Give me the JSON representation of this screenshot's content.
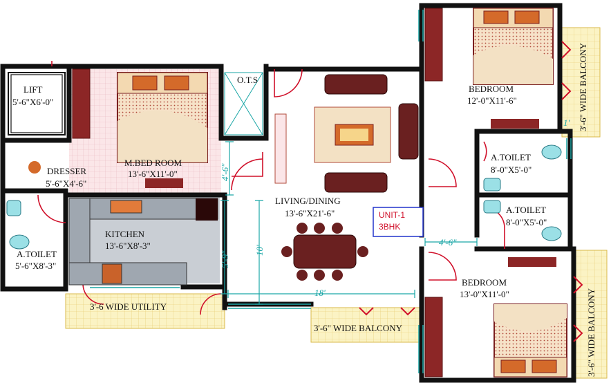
{
  "colors": {
    "wall": "#111111",
    "door": "#d0102a",
    "dimension": "#1aa6a6",
    "balcony_fill": "#fbf3c4",
    "floor_tile": "#f7dce0",
    "kitchen_counter": "#9fa7b0",
    "furniture": "#7a1f1f",
    "unit_box": "#2233cc",
    "unit_text": "#d0102a"
  },
  "unit": {
    "name": "UNIT-1",
    "type": "3BHK"
  },
  "rooms": {
    "lift": {
      "name": "LIFT",
      "size": "5'-6\"X6'-0\""
    },
    "dresser": {
      "name": "DRESSER",
      "size": "5'-6\"X4'-6\""
    },
    "master_bedroom": {
      "name": "M.BED ROOM",
      "size": "13'-6\"X11'-0\""
    },
    "ots": {
      "name": "O.T.S"
    },
    "kitchen": {
      "name": "KITCHEN",
      "size": "13'-6\"X8'-3\""
    },
    "toilet_left": {
      "name": "A.TOILET",
      "size": "5'-6\"X8'-3\""
    },
    "living": {
      "name": "LIVING/DINING",
      "size": "13'-6\"X21'-6\""
    },
    "bedroom_top": {
      "name": "BEDROOM",
      "size": "12'-0\"X11'-6\""
    },
    "toilet_mid": {
      "name": "A.TOILET",
      "size": "8'-0\"X5'-0\""
    },
    "toilet_low": {
      "name": "A.TOILET",
      "size": "8'-0\"X5'-0\""
    },
    "bedroom_bottom": {
      "name": "BEDROOM",
      "size": "13'-0\"X11'-0\""
    }
  },
  "utility": {
    "label": "3'-6 WIDE UTILITY"
  },
  "balconies": {
    "bottom": "3'-6\" WIDE BALCONY",
    "right_top": "3'-6\" WIDE BALCONY",
    "right_bottom": "3'-6\" WIDE BALCONY"
  },
  "dimensions": {
    "corridor_width": "4'-6\"",
    "passage_width": "5'-9\"",
    "living_height": "10'",
    "living_width": "18'",
    "toilet_passage": "4'-6\"",
    "balcony_gap": "1'"
  }
}
